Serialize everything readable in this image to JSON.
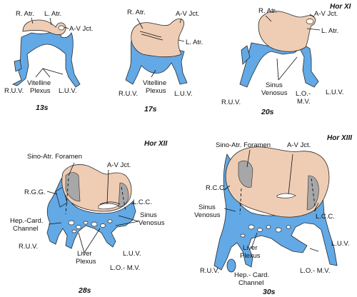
{
  "panels": {
    "p13": {
      "stage": "13s",
      "labels": {
        "r_atr": "R. Atr.",
        "l_atr": "L. Atr.",
        "av_jct": "A-V Jct.",
        "ruv": "R.U.V.",
        "luv": "L.U.V.",
        "vitelline_1": "Vitelline",
        "vitelline_2": "Plexus"
      }
    },
    "p17": {
      "stage": "17s",
      "labels": {
        "r_atr": "R. Atr.",
        "av_jct": "A-V Jct.",
        "l_atr": "L. Atr.",
        "ruv": "R.U.V.",
        "luv": "L.U.V.",
        "vitelline_1": "Vitelline",
        "vitelline_2": "Plexus"
      }
    },
    "p20": {
      "stage": "20s",
      "horizon": "Hor XI",
      "labels": {
        "r_atr": "R. Atr.",
        "av_jct": "A-V Jct.",
        "l_atr": "L. Atr.",
        "sinus_1": "Sinus",
        "sinus_2": "Venosus",
        "ruv": "R.U.V.",
        "lomv_1": "L.O.-",
        "lomv_2": "M.V.",
        "luv": "L.U.V."
      }
    },
    "p28": {
      "stage": "28s",
      "horizon": "Hor XII",
      "labels": {
        "sino_atr": "Sino-Atr. Foramen",
        "av_jct": "A-V Jct.",
        "rgg": "R.G.G.",
        "lcc": "L.C.C.",
        "sinus_1": "Sinus",
        "sinus_2": "Venosus",
        "hep_1": "Hep.-Card.",
        "hep_2": "Channel",
        "ruv": "R.U.V.",
        "liver_1": "Liver",
        "liver_2": "Plexus",
        "luv": "L.U.V.",
        "lomv": "L.O.- M.V."
      }
    },
    "p30": {
      "stage": "30s",
      "horizon": "Hor XIII",
      "labels": {
        "sino_atr": "Sino-Atr. Foramen",
        "av_jct": "A-V Jct.",
        "rcc": "R.C.C.",
        "sinus_1": "Sinus",
        "sinus_2": "Venosus",
        "lcc": "L.C.C.",
        "liver_1": "Liver",
        "liver_2": "Plexus",
        "luv": "L.U.V.",
        "ruv": "R.U.V.",
        "hep_1": "Hep.- Card.",
        "hep_2": "Channel",
        "lomv": "L.O.- M.V."
      }
    }
  },
  "colors": {
    "vein_blue": "#62a9e6",
    "atrium_tan": "#efcdb4",
    "shade_grey": "#a7a7a7"
  }
}
